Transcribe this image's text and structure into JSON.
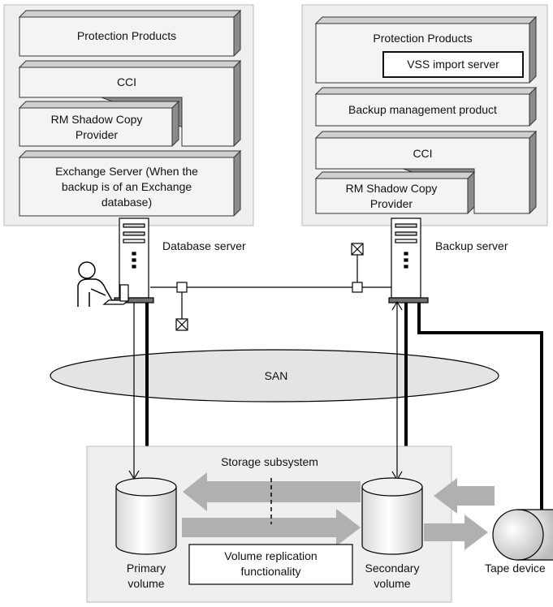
{
  "database_server": {
    "label": "Database server",
    "layers": {
      "protection_products": "Protection Products",
      "cci": "CCI",
      "rm_shadow_copy_provider": "RM Shadow Copy Provider",
      "exchange_server": "Exchange Server (When the backup is of an Exchange database)"
    }
  },
  "backup_server": {
    "label": "Backup server",
    "layers": {
      "protection_products": "Protection Products",
      "vss_import_server": "VSS import server",
      "backup_management_product": "Backup management product",
      "cci": "CCI",
      "rm_shadow_copy_provider": "RM Shadow Copy Provider"
    }
  },
  "san": {
    "label": "SAN"
  },
  "storage": {
    "label": "Storage subsystem",
    "primary_volume": "Primary volume",
    "secondary_volume": "Secondary volume",
    "replication": "Volume replication functionality"
  },
  "tape": {
    "label": "Tape device"
  },
  "colors": {
    "panel_bg": "#efefef",
    "box_face": "#f4f4f4",
    "box_shadow": "#8c8c8c",
    "arrow_gray": "#b0b0b0",
    "line": "#000000"
  }
}
